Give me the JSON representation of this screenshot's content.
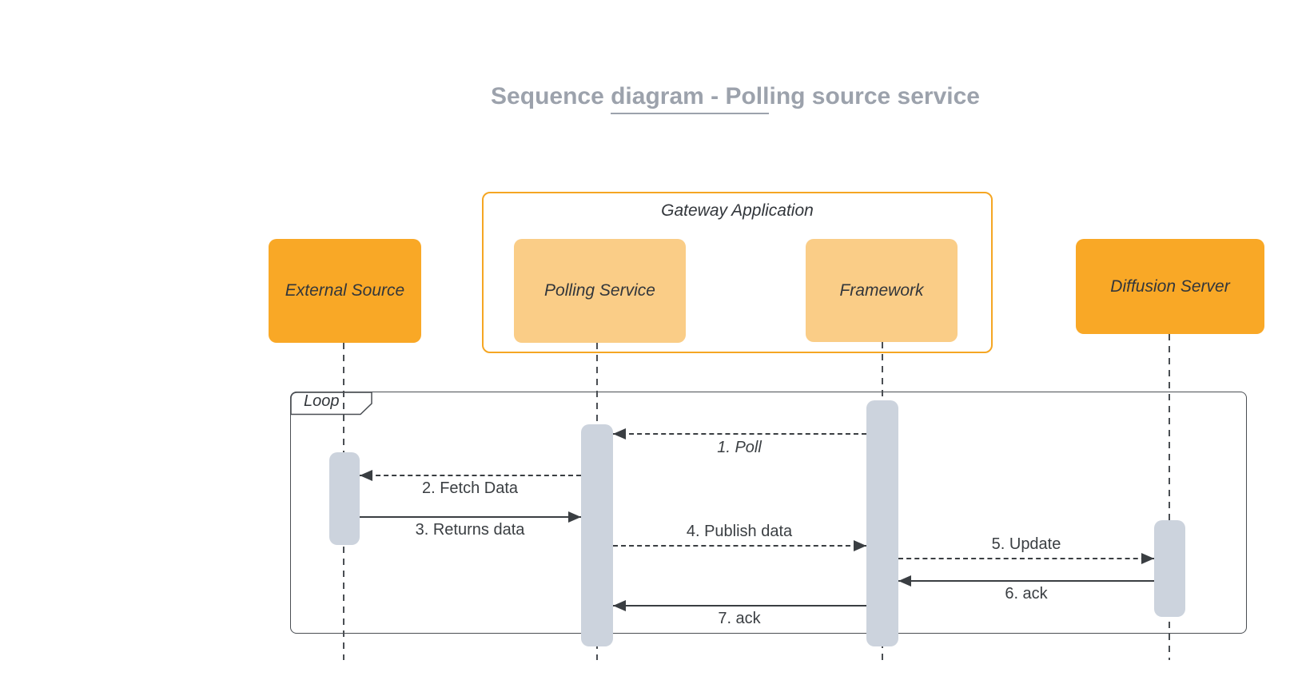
{
  "title": {
    "part1": "Sequence ",
    "part2": "diagram - Poll",
    "part3": "ing source service"
  },
  "gateway": {
    "label": "Gateway Application"
  },
  "actors": {
    "external_source": {
      "label": "External Source"
    },
    "polling_service": {
      "label": "Polling Service"
    },
    "framework": {
      "label": "Framework"
    },
    "diffusion_server": {
      "label": "Diffusion Server"
    }
  },
  "loop": {
    "label": "Loop"
  },
  "messages": {
    "m1": {
      "label": "1. Poll",
      "style": "dashed",
      "from": "Framework",
      "to": "Polling Service"
    },
    "m2": {
      "label": "2. Fetch Data",
      "style": "dashed",
      "from": "Polling Service",
      "to": "External Source"
    },
    "m3": {
      "label": "3. Returns data",
      "style": "solid",
      "from": "External Source",
      "to": "Polling Service"
    },
    "m4": {
      "label": "4. Publish data",
      "style": "dashed",
      "from": "Polling Service",
      "to": "Framework"
    },
    "m5": {
      "label": "5. Update",
      "style": "dashed",
      "from": "Framework",
      "to": "Diffusion Server"
    },
    "m6": {
      "label": "6. ack",
      "style": "solid",
      "from": "Diffusion Server",
      "to": "Framework"
    },
    "m7": {
      "label": "7. ack",
      "style": "solid",
      "from": "Framework",
      "to": "Polling Service"
    }
  },
  "colors": {
    "actor_dark_orange": "#f9a826",
    "actor_light_orange": "#facd87",
    "container_border_orange": "#f5a623",
    "activation_bar_gray": "#ccd3dd",
    "line_dark": "#3a3e42",
    "title_gray": "#9ca2ac"
  }
}
